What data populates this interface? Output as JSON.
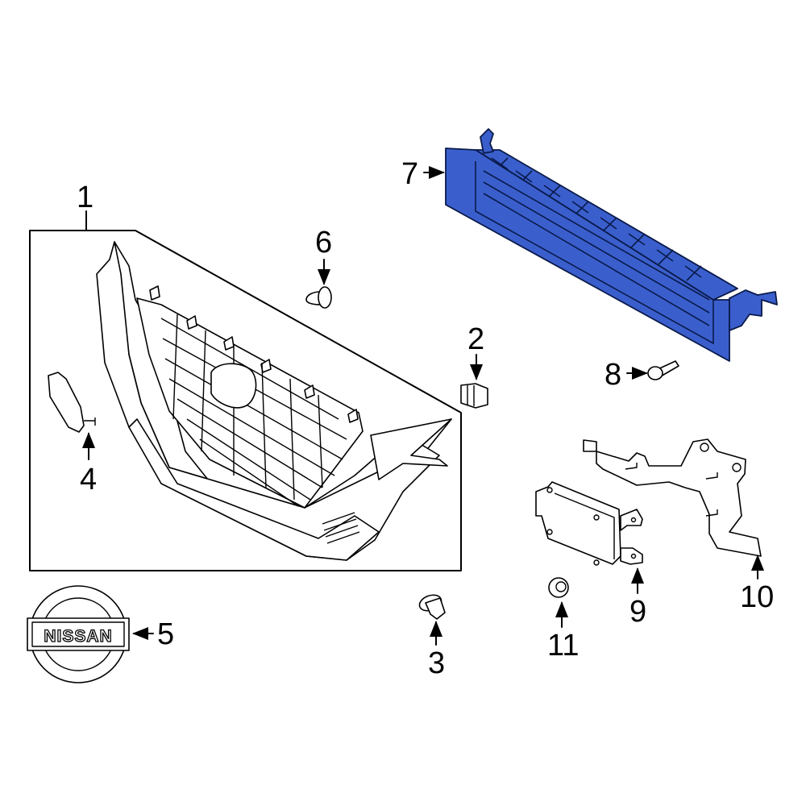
{
  "diagram": {
    "type": "exploded-parts-diagram",
    "brand_emblem_text": "NISSAN",
    "highlight_color": "#3a5fcd",
    "line_color": "#000000",
    "callouts": [
      {
        "id": "1",
        "label": "1",
        "part": "grille-assembly"
      },
      {
        "id": "2",
        "label": "2",
        "part": "clip"
      },
      {
        "id": "3",
        "label": "3",
        "part": "push-retainer"
      },
      {
        "id": "4",
        "label": "4",
        "part": "grille-side-cover"
      },
      {
        "id": "5",
        "label": "5",
        "part": "emblem"
      },
      {
        "id": "6",
        "label": "6",
        "part": "pin-fastener"
      },
      {
        "id": "7",
        "label": "7",
        "part": "air-deflector-shutter",
        "highlighted": true
      },
      {
        "id": "8",
        "label": "8",
        "part": "bolt"
      },
      {
        "id": "9",
        "label": "9",
        "part": "radar-sensor-module"
      },
      {
        "id": "10",
        "label": "10",
        "part": "sensor-bracket"
      },
      {
        "id": "11",
        "label": "11",
        "part": "nut"
      }
    ]
  }
}
